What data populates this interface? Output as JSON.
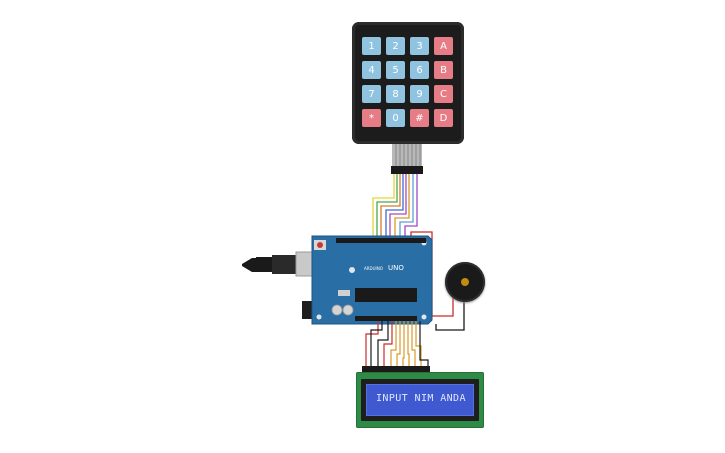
{
  "keypad": {
    "keys": [
      "1",
      "2",
      "3",
      "A",
      "4",
      "5",
      "6",
      "B",
      "7",
      "8",
      "9",
      "C",
      "*",
      "0",
      "#",
      "D"
    ],
    "function_keys": [
      "A",
      "B",
      "C",
      "D",
      "*",
      "#"
    ]
  },
  "arduino": {
    "logo_text": "ARDUINO",
    "model": "UNO"
  },
  "lcd": {
    "line1": "INPUT NIM ANDA"
  },
  "colors": {
    "board": "#2a6ea6",
    "keypad_num": "#8fc3df",
    "keypad_fn": "#e67d86",
    "lcd_backlight": "#3f5ad0",
    "lcd_pcb": "#2e8b45"
  }
}
